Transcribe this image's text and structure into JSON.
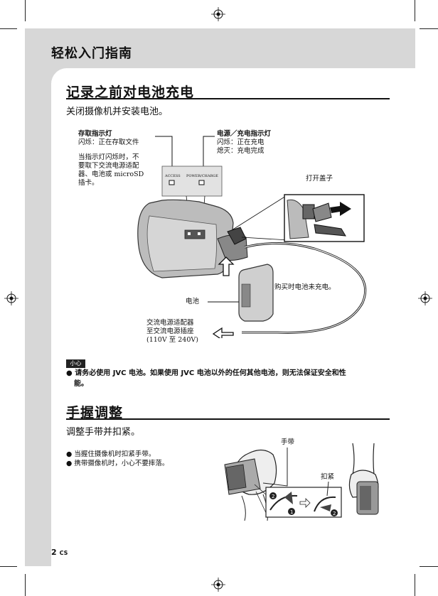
{
  "page_title": "轻松入门指南",
  "section1": {
    "title": "记录之前对电池充电",
    "subtitle": "关闭摄像机并安装电池。",
    "labels": {
      "access_title": "存取指示灯",
      "access_line1": "闪烁：正在存取文件",
      "access_note1": "当指示灯闪烁时，不",
      "access_note2": "要取下交流电源适配",
      "access_note3": "器、电池或 microSD",
      "access_note4": "插卡。",
      "power_title": "电源／充电指示灯",
      "power_line1": "闪烁：正在充电",
      "power_line2": "熄灭：充电完成",
      "open_cover": "打开盖子",
      "battery_note": "购买时电池未充电。",
      "battery": "电池",
      "adapter1": "交流电源适配器",
      "adapter2": "至交流电源插座",
      "adapter3": "(110V 至 240V)",
      "panel_access": "ACCESS",
      "panel_power": "POWER/CHARGE"
    }
  },
  "caution": {
    "tag": "小心",
    "text_line1": "请务必使用 JVC 电池。如果使用 JVC 电池以外的任何其他电池，则无法保证安全和性",
    "text_line2": "能。"
  },
  "section2": {
    "title": "手握调整",
    "subtitle": "调整手带并扣紧。",
    "bullets": [
      "当握住摄像机时扣紧手带。",
      "携带摄像机时，小心不要摔落。"
    ],
    "labels": {
      "strap": "手带",
      "fasten": "扣紧"
    }
  },
  "footer": {
    "page": "2",
    "lang": "CS"
  },
  "colors": {
    "frame_gray": "#d7d7d7",
    "ink": "#111111"
  }
}
